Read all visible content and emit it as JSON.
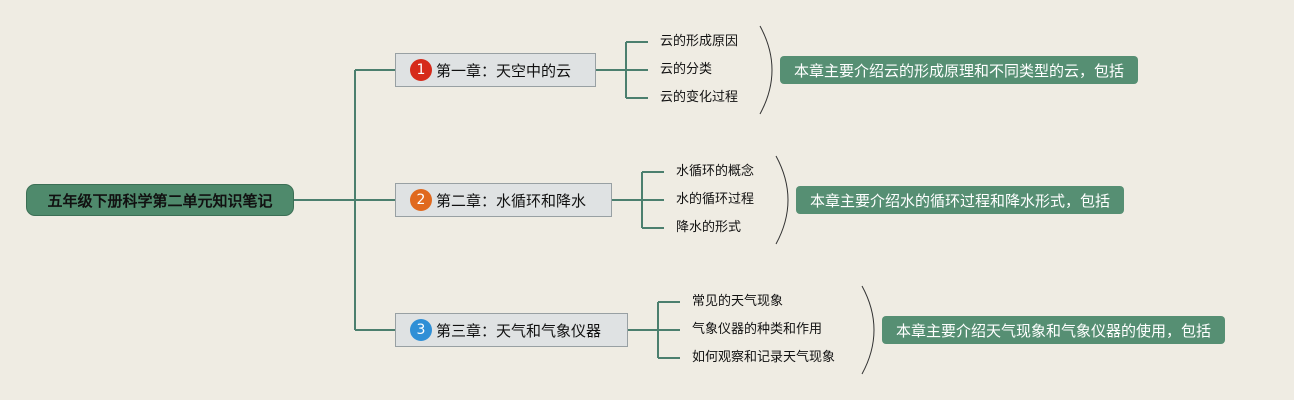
{
  "root": {
    "label": "五年级下册科学第二单元知识笔记"
  },
  "chapters": [
    {
      "number": "1",
      "color": "#d62a1a",
      "label": "第一章：天空中的云",
      "items": [
        "云的形成原因",
        "云的分类",
        "云的变化过程"
      ],
      "summary": "本章主要介绍云的形成原理和不同类型的云，包括"
    },
    {
      "number": "2",
      "color": "#e0691e",
      "label": "第二章：水循环和降水",
      "items": [
        "水循环的概念",
        "水的循环过程",
        "降水的形式"
      ],
      "summary": "本章主要介绍水的循环过程和降水形式，包括"
    },
    {
      "number": "3",
      "color": "#2f8fd6",
      "label": "第三章：天气和气象仪器",
      "items": [
        "常见的天气现象",
        "气象仪器的种类和作用",
        "如何观察和记录天气现象"
      ],
      "summary": "本章主要介绍天气现象和气象仪器的使用，包括"
    }
  ]
}
